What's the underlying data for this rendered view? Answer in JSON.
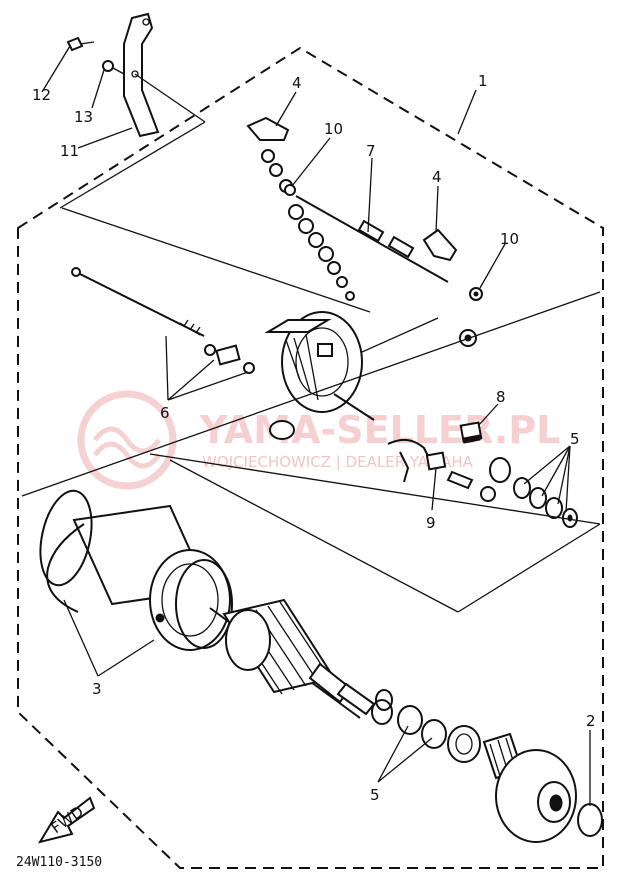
{
  "callouts": {
    "n1": "1",
    "n2": "2",
    "n3": "3",
    "n4a": "4",
    "n4b": "4",
    "n5a": "5",
    "n5b": "5",
    "n6": "6",
    "n7": "7",
    "n8": "8",
    "n9": "9",
    "n10a": "10",
    "n10b": "10",
    "n11": "11",
    "n12": "12",
    "n13": "13"
  },
  "drawing_code": "24W110-3150",
  "fwd_label": "FWD",
  "watermark": {
    "title": "YAMA-SELLER.PL",
    "subtitle": "WOJCIECHOWICZ | DEALER YAMAHA"
  },
  "colors": {
    "line": "#111111",
    "watermark": "#e05a5a"
  }
}
